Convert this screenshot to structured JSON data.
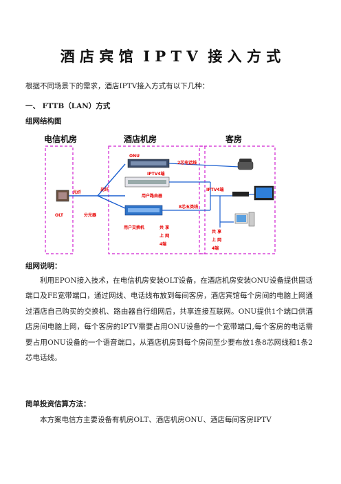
{
  "title": "酒 店 宾 馆  I P T V  接 入 方 式",
  "intro": "根据不同场景下的需求，酒店IPTV接入方式有以下几种：",
  "section1": "一、 FTTB（LAN）方式",
  "structure_heading": "组网结构图",
  "diagram": {
    "telecom_room": "电信机房",
    "hotel_room": "酒店机房",
    "guest_room": "客房",
    "onu": "ONU",
    "olt": "OLT",
    "splitter": "分光器",
    "fiber1": "光纤",
    "fiber2": "光纤",
    "phone_line": "2芯电话线",
    "iptv_port": "IPTV4端",
    "user_router": "用户路由器",
    "user_switch": "用户交换机",
    "share_net1": "共 享\n上 网\n4端",
    "cable8": "8芯五类线",
    "iptv_port_guest": "IPTV4端",
    "share_net2": "共 享\n上 网\n4端"
  },
  "explain_heading": "组网说明：",
  "explain_text": "利用EPON接入技术，在电信机房安装OLT设备，在酒店机房安装ONU设备提供固话端口及FE宽带端口，通过网线、电话线布放到每间客房，酒店宾馆每个房间的电脑上网通过酒店自己购买的交换机、路由器自行组网后，共享连接互联网。ONU提供1个端口供酒店房间电脑上网，每个客房的IPTV需要占用ONU设备的一个宽带端口,每个客房的电话需要占用ONU设备的一个语音端口，从酒店机房到每个房间至少要布放1条8芯网线和1条2芯电话线。",
  "invest_heading": "简单投资估算方法：",
  "invest_text": "本方案电信方主要设备有机房OLT、酒店机房ONU、酒店每间客房IPTV"
}
